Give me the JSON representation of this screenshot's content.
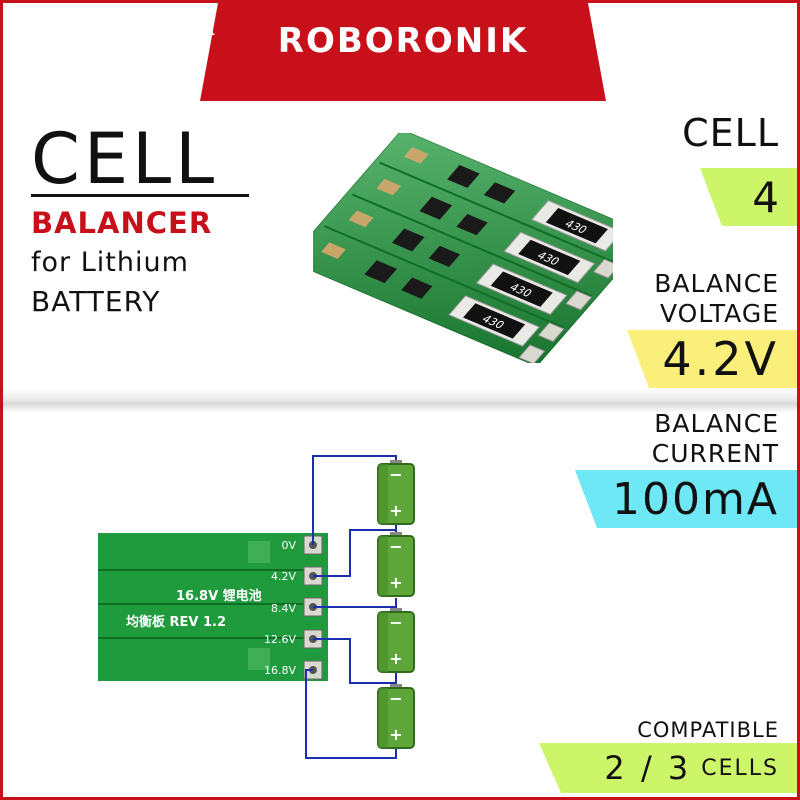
{
  "brand": {
    "left": "ROBO",
    "right": "RONIK",
    "arrow_icon": "up-arrow-icon",
    "color": "#c8101a"
  },
  "title": {
    "line1": "CELL",
    "line2": "BALANCER",
    "line3": "for Lithium",
    "line4": "BATTERY"
  },
  "specs": {
    "cell_label": "CELL",
    "cell_value": "4",
    "voltage_label1": "BALANCE",
    "voltage_label2": "VOLTAGE",
    "voltage_value": "4.2V",
    "current_label1": "BALANCE",
    "current_label2": "CURRENT",
    "current_value": "100mA",
    "compat_label": "COMPATIBLE",
    "compat_value": "2 / 3",
    "compat_unit": "CELLS"
  },
  "colors": {
    "green_tag": "#ccf56a",
    "yellow_tag": "#fbef7c",
    "cyan_tag": "#6ee8f5",
    "pcb": "#1f9a3c",
    "battery": "#5ea63a"
  },
  "board_top": {
    "resistor_labels": [
      "430",
      "430",
      "430",
      "430"
    ]
  },
  "diagram": {
    "pcb_line1": "16.8V 锂电池",
    "pcb_line2": "均衡板 REV 1.2",
    "terminals": [
      "0V",
      "4.2V",
      "8.4V",
      "12.6V",
      "16.8V"
    ],
    "battery_minus": "−",
    "battery_plus": "+"
  }
}
